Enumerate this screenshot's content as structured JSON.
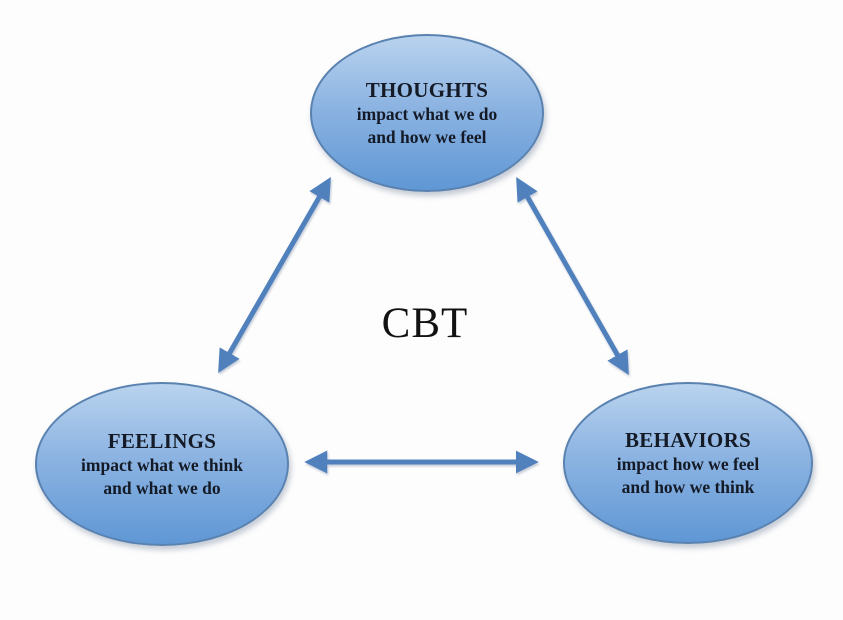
{
  "diagram": {
    "center_label": "CBT",
    "nodes": [
      {
        "id": "thoughts",
        "title": "THOUGHTS",
        "line1": "impact what we do",
        "line2": "and how we feel"
      },
      {
        "id": "feelings",
        "title": "FEELINGS",
        "line1": "impact what we think",
        "line2": "and what we do"
      },
      {
        "id": "behaviors",
        "title": "BEHAVIORS",
        "line1": "impact how we feel",
        "line2": "and how we think"
      }
    ],
    "connections": [
      {
        "from": "thoughts",
        "to": "feelings",
        "style": "double-arrow"
      },
      {
        "from": "thoughts",
        "to": "behaviors",
        "style": "double-arrow"
      },
      {
        "from": "feelings",
        "to": "behaviors",
        "style": "double-arrow"
      }
    ],
    "colors": {
      "ellipse_top": "#b9d3ee",
      "ellipse_bottom": "#5f97d5",
      "ellipse_border": "#5a82b0",
      "arrow": "#5081bd",
      "text": "#141a26"
    }
  }
}
